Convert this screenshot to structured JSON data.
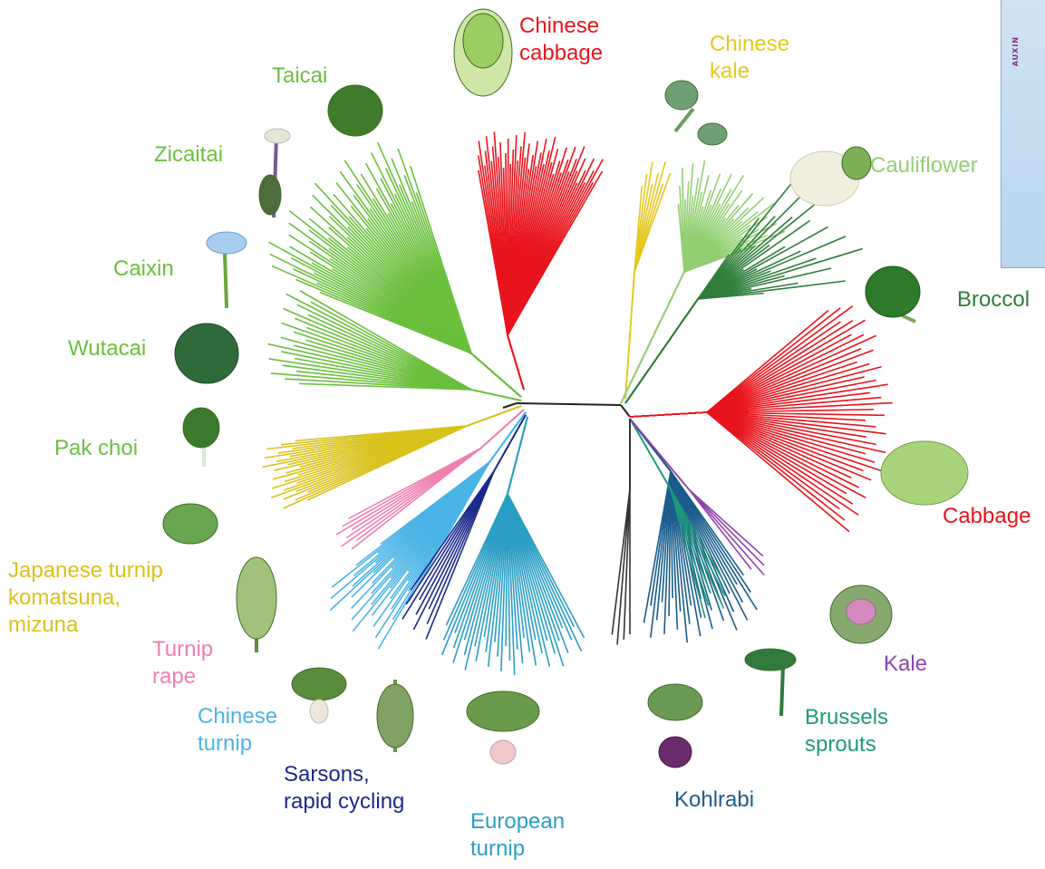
{
  "inset": {
    "label": "AUXIN"
  },
  "groups": [
    {
      "key": "chinese_cabbage",
      "label": "Chinese\ncabbage",
      "color": "#e8141c",
      "icon": "chinese-cabbage-photo"
    },
    {
      "key": "chinese_kale",
      "label": "Chinese\nkale",
      "color": "#e4c81e",
      "icon": "chinese-kale-photo"
    },
    {
      "key": "cauliflower",
      "label": "Cauliflower",
      "color": "#93cf72",
      "icon": "cauliflower-photo"
    },
    {
      "key": "broccoli",
      "label": "Broccol",
      "color": "#2e7d3a",
      "icon": "broccoli-photo"
    },
    {
      "key": "cabbage",
      "label": "Cabbage",
      "color": "#e8141c",
      "icon": "cabbage-photo"
    },
    {
      "key": "kale",
      "label": "Kale",
      "color": "#8e44ad",
      "icon": "kale-photo"
    },
    {
      "key": "brussels_sprouts",
      "label": "Brussels\nsprouts",
      "color": "#1e9a7a",
      "icon": "brussels-sprouts-photo"
    },
    {
      "key": "kohlrabi",
      "label": "Kohlrabi",
      "color": "#1a5d8c",
      "icon": "kohlrabi-photo"
    },
    {
      "key": "european_turnip",
      "label": "European\nturnip",
      "color": "#2a9ec4",
      "icon": "european-turnip-photo"
    },
    {
      "key": "sarsons",
      "label": "Sarsons,\nrapid cycling",
      "color": "#1c2a8c",
      "icon": "sarsons-photo"
    },
    {
      "key": "chinese_turnip",
      "label": "Chinese\nturnip",
      "color": "#4ab4e6",
      "icon": "chinese-turnip-photo"
    },
    {
      "key": "turnip_rape",
      "label": "Turnip\nrape",
      "color": "#ef7fb0",
      "icon": "turnip-rape-photo"
    },
    {
      "key": "japanese_turnip",
      "label": "Japanese turnip\nkomatsuna,\nmizuna",
      "color": "#d9c21a",
      "icon": "japanese-turnip-photo"
    },
    {
      "key": "pak_choi",
      "label": "Pak choi",
      "color": "#6abf3c",
      "icon": "pak-choi-photo"
    },
    {
      "key": "wutacai",
      "label": "Wutacai",
      "color": "#6abf3c",
      "icon": "wutacai-photo"
    },
    {
      "key": "caixin",
      "label": "Caixin",
      "color": "#6abf3c",
      "icon": "caixin-photo"
    },
    {
      "key": "zicaitai",
      "label": "Zicaitai",
      "color": "#6abf3c",
      "icon": "zicaitai-photo"
    },
    {
      "key": "taicai",
      "label": "Taicai",
      "color": "#6abf3c",
      "icon": "taicai-photo"
    }
  ]
}
